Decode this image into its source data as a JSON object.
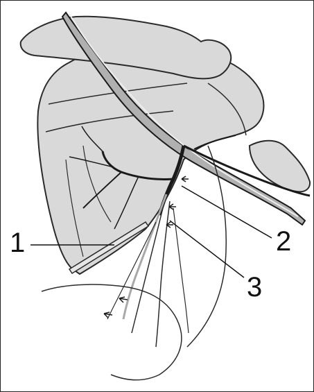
{
  "labels": [
    "1",
    "2",
    "3"
  ],
  "colors": {
    "bone_fill": "#d9d9d9",
    "bone_outline": "#2a2a2a",
    "vessel_dark": "#1a1a1a",
    "vessel_light": "#a8a8a8",
    "leader_line": "#111111"
  },
  "icons": [
    "scapula-drawing",
    "clavicle-drawing",
    "vessel-branches",
    "ligature-markers"
  ]
}
